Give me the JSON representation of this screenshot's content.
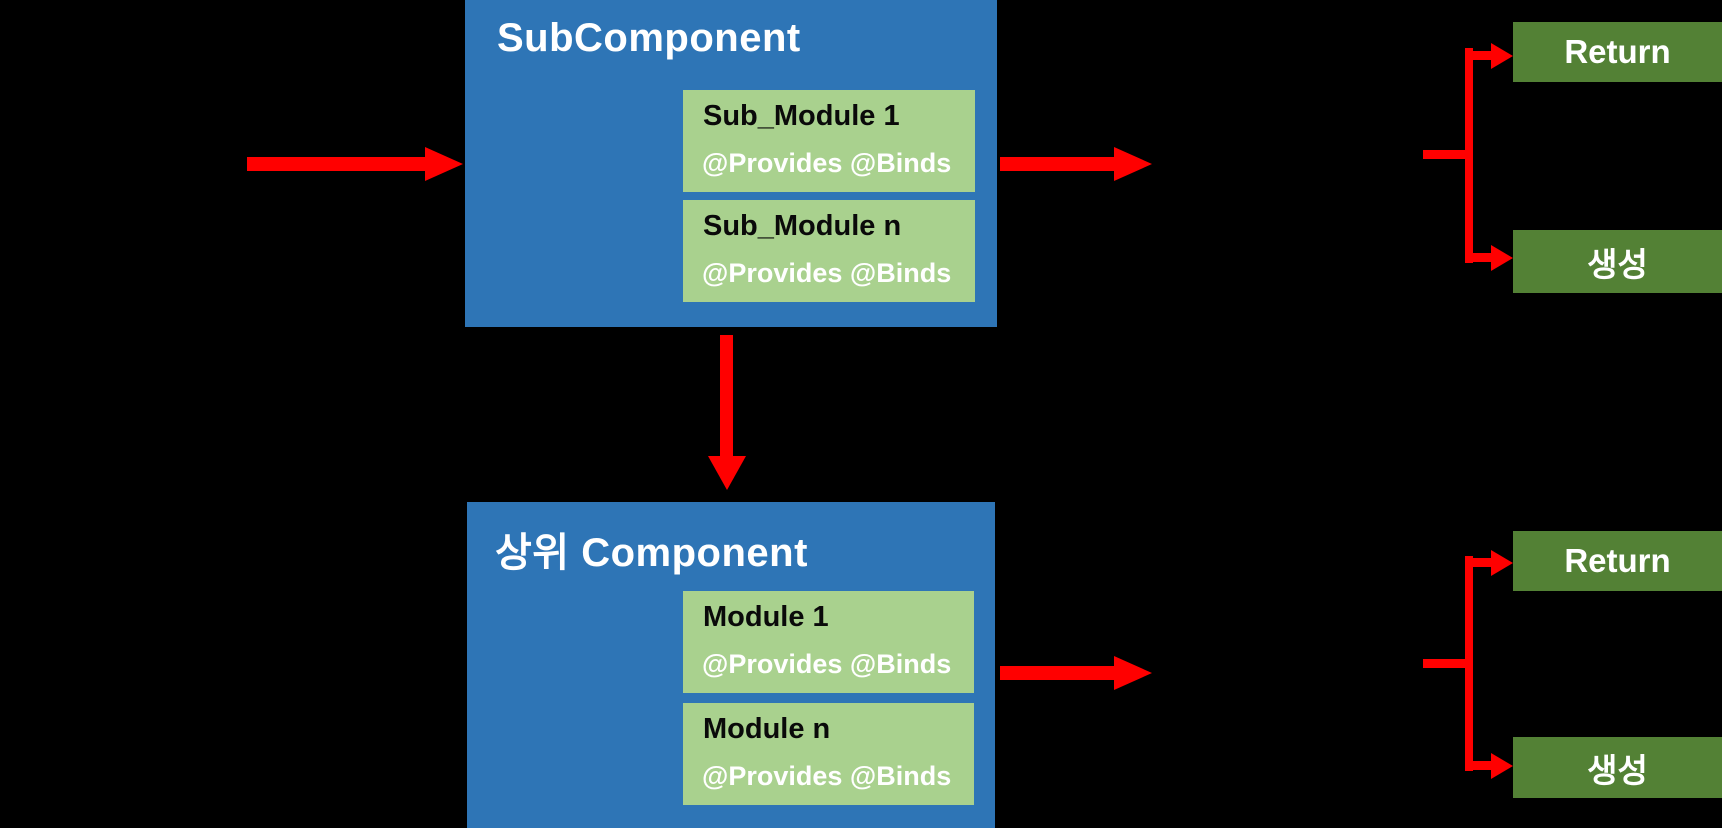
{
  "diagram": {
    "background": "#000000",
    "palette": {
      "component_fill": "#2E75B6",
      "module_fill": "#A9D18E",
      "result_fill": "#538135",
      "arrow_color": "#FF0000",
      "title_text_color": "#FFFFFF",
      "module_name_text_color": "#000000",
      "module_annotation_text_color": "#FFFFFF"
    },
    "components": [
      {
        "title": "SubComponent",
        "modules": [
          {
            "name": "Sub_Module 1",
            "annotations": "@Provides @Binds"
          },
          {
            "name": "Sub_Module n",
            "annotations": "@Provides @Binds"
          }
        ],
        "outputs": [
          {
            "label": "Return"
          },
          {
            "label": "생성"
          }
        ]
      },
      {
        "title": "상위 Component",
        "modules": [
          {
            "name": "Module 1",
            "annotations": "@Provides @Binds"
          },
          {
            "name": "Module n",
            "annotations": "@Provides @Binds"
          }
        ],
        "outputs": [
          {
            "label": "Return"
          },
          {
            "label": "생성"
          }
        ]
      }
    ]
  }
}
